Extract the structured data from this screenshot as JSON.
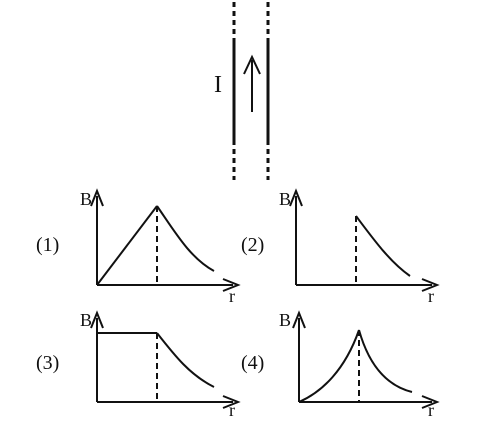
{
  "conductor": {
    "current_label": "I"
  },
  "options": [
    {
      "number": "(1)",
      "y_axis": "B",
      "x_axis": "r"
    },
    {
      "number": "(2)",
      "y_axis": "B",
      "x_axis": "r"
    },
    {
      "number": "(3)",
      "y_axis": "B",
      "x_axis": "r"
    },
    {
      "number": "(4)",
      "y_axis": "B",
      "x_axis": "r"
    }
  ],
  "colors": {
    "ink": "#111111",
    "background": "#ffffff"
  }
}
